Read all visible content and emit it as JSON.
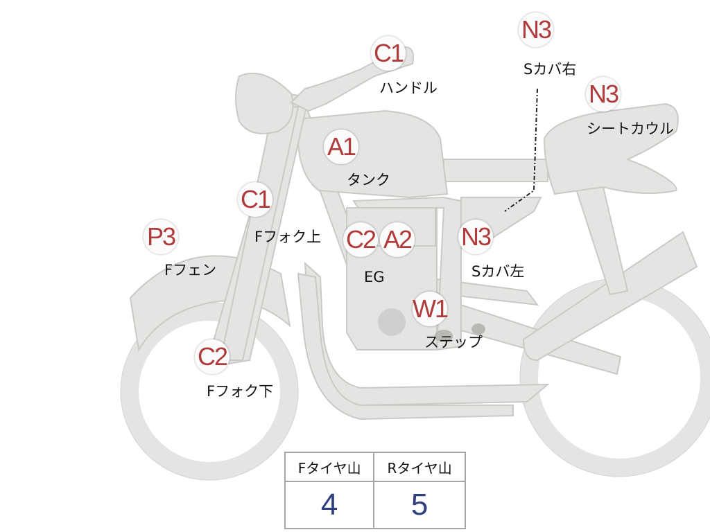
{
  "parts": [
    {
      "id": "handle",
      "grade": "C1",
      "label": "ハンドル"
    },
    {
      "id": "s-cover-right",
      "grade": "N3",
      "label": "Sカバ右"
    },
    {
      "id": "seat-cowl",
      "grade": "N3",
      "label": "シートカウル"
    },
    {
      "id": "tank",
      "grade": "A1",
      "label": "タンク"
    },
    {
      "id": "f-fork-upper",
      "grade": "C1",
      "label": "Fフォク上"
    },
    {
      "id": "f-fender",
      "grade": "P3",
      "label": "Fフェン"
    },
    {
      "id": "engine",
      "grade": [
        "C2",
        "A2"
      ],
      "label": "EG"
    },
    {
      "id": "s-cover-left",
      "grade": "N3",
      "label": "Sカバ左"
    },
    {
      "id": "step",
      "grade": "W1",
      "label": "ステップ"
    },
    {
      "id": "f-fork-lower",
      "grade": "C2",
      "label": "Fフォク下"
    }
  ],
  "tire_table": {
    "front_header": "Fタイヤ山",
    "rear_header": "Rタイヤ山",
    "front_value": "4",
    "rear_value": "5"
  },
  "colors": {
    "body_fill": "#e4e4e2",
    "body_stroke": "#c9c9c6",
    "grade_text": "#b03a3a",
    "tire_value_text": "#2e3f7f"
  }
}
